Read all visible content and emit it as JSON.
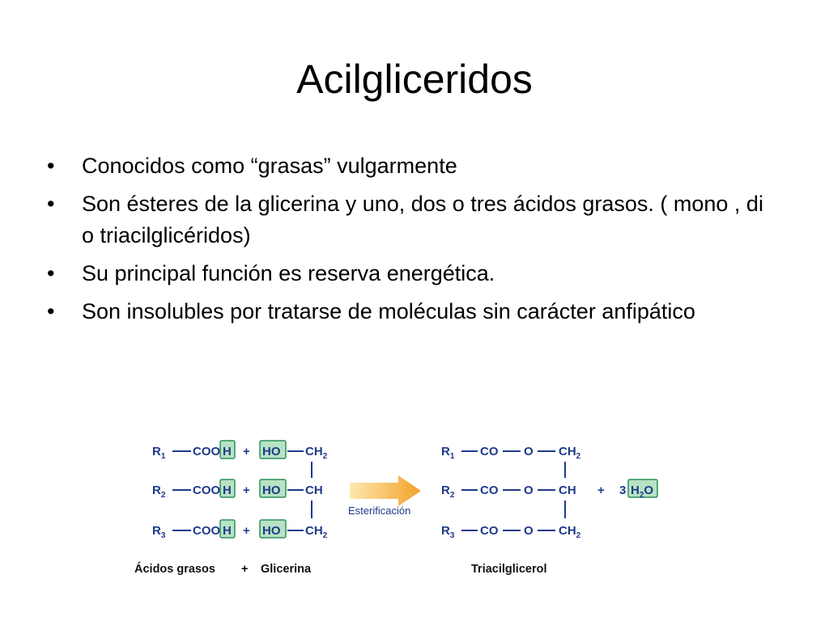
{
  "slide": {
    "title": "Acilgliceridos",
    "bullets": [
      "Conocidos como “grasas” vulgarmente",
      "Son ésteres de la glicerina y uno, dos o tres ácidos grasos. ( mono , di o triacilglicéridos)",
      "Su principal función es reserva energética.",
      "Son insolubles por tratarse de moléculas sin carácter anfipático"
    ]
  },
  "diagram": {
    "left": {
      "rows": [
        {
          "r": "R",
          "r_sub": "1",
          "acid": "COO",
          "h": "H",
          "ho": "HO",
          "gly": "CH",
          "gly_sub": "2"
        },
        {
          "r": "R",
          "r_sub": "2",
          "acid": "COO",
          "h": "H",
          "ho": "HO",
          "gly": "CH",
          "gly_sub": ""
        },
        {
          "r": "R",
          "r_sub": "3",
          "acid": "COO",
          "h": "H",
          "ho": "HO",
          "gly": "CH",
          "gly_sub": "2"
        }
      ],
      "plus": "+",
      "caption_left": "Ácidos grasos",
      "caption_plus": "+",
      "caption_right": "Glicerina"
    },
    "arrow_label": "Esterificación",
    "right": {
      "rows": [
        {
          "r": "R",
          "r_sub": "1",
          "co": "CO",
          "o": "O",
          "gly": "CH",
          "gly_sub": "2"
        },
        {
          "r": "R",
          "r_sub": "2",
          "co": "CO",
          "o": "O",
          "gly": "CH",
          "gly_sub": ""
        },
        {
          "r": "R",
          "r_sub": "3",
          "co": "CO",
          "o": "O",
          "gly": "CH",
          "gly_sub": "2"
        }
      ],
      "plus": "+",
      "water_coef": "3",
      "water_h": "H",
      "water_sub": "2",
      "water_o": "O",
      "caption": "Triacilglicerol"
    },
    "colors": {
      "formula": "#1f3a8a",
      "highlight_fill": "#b7e3c4",
      "highlight_stroke": "#2f8f5b",
      "arrow_start": "#fde8b0",
      "arrow_end": "#f3a12a"
    }
  }
}
